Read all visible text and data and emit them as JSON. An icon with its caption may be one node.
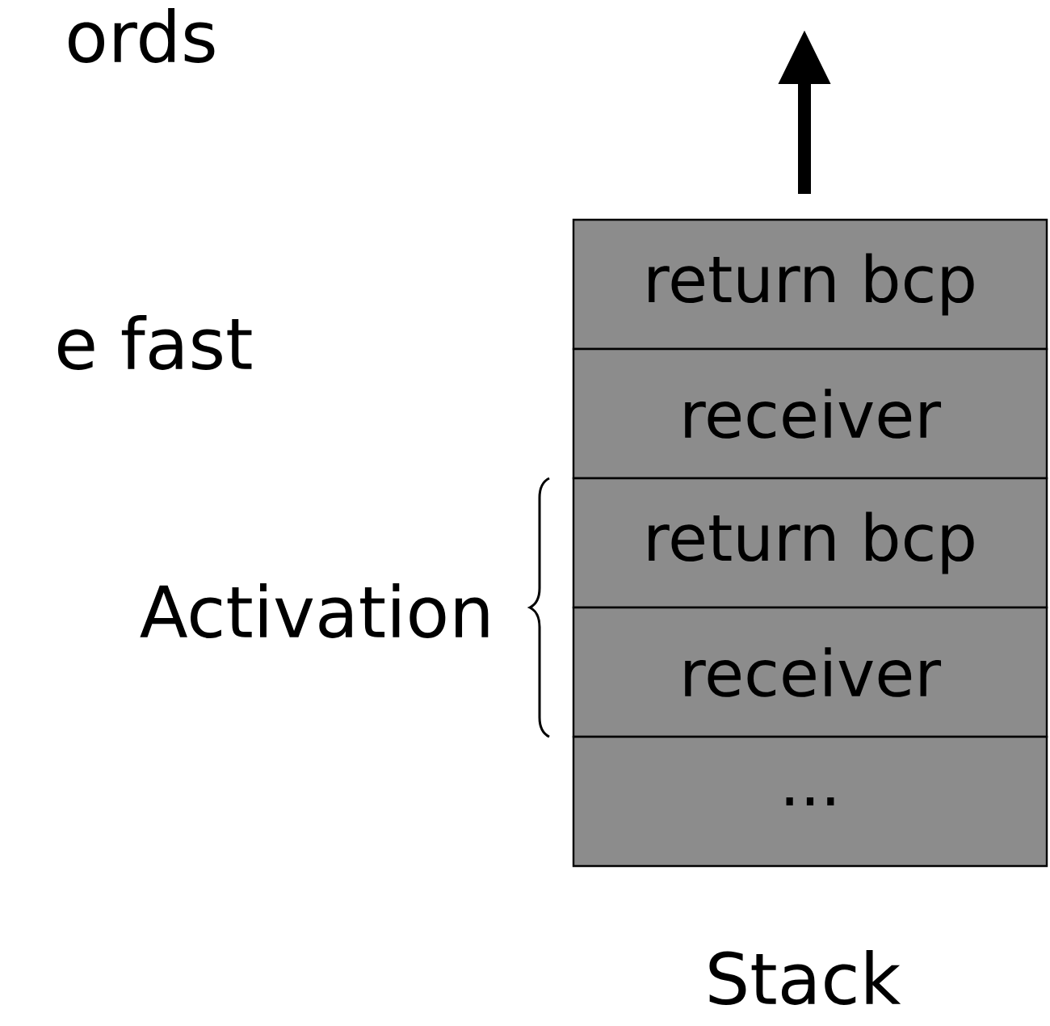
{
  "diagram": {
    "nodes": [
      {
        "text": [
          "return bcp"
        ]
      },
      {
        "text": [
          "receiver"
        ]
      },
      {
        "text": [
          "return bcp"
        ]
      },
      {
        "text": [
          "receiver"
        ]
      },
      {
        "text": [
          "..."
        ]
      }
    ],
    "labels": [
      "ords",
      "e fast",
      "Activation",
      "Stack"
    ]
  }
}
